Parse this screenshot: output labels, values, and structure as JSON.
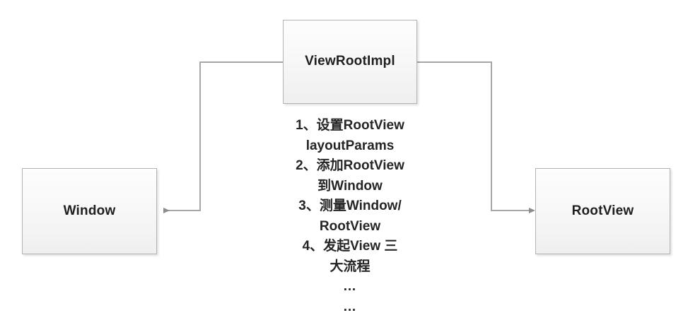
{
  "diagram": {
    "title": "ViewRootImpl flow diagram",
    "nodes": {
      "viewrootimpl": {
        "label": "ViewRootImpl"
      },
      "window": {
        "label": "Window"
      },
      "rootview": {
        "label": "RootView"
      }
    },
    "steps": [
      "1、设置RootView",
      "layoutParams",
      "2、添加RootView",
      "到Window",
      "3、测量Window/",
      "RootView",
      "4、发起View 三",
      "大流程",
      "…",
      "…"
    ],
    "colors": {
      "node_border": "#b4b4b4",
      "node_fill_top": "#fdfdfd",
      "node_fill_bottom": "#efefef",
      "connector": "#a6a6a6",
      "text": "#252525",
      "background": "#ffffff"
    },
    "connectors": [
      {
        "name": "viewrootimpl-to-window",
        "from": "viewrootimpl",
        "to": "window",
        "arrow": "left"
      },
      {
        "name": "viewrootimpl-to-rootview",
        "from": "viewrootimpl",
        "to": "rootview",
        "arrow": "right"
      }
    ]
  }
}
